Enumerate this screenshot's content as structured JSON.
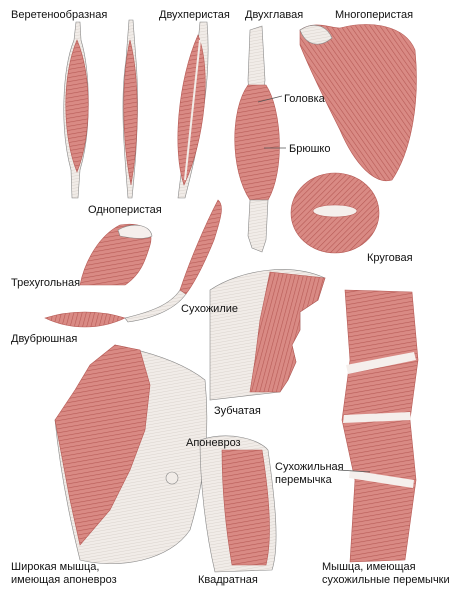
{
  "figure": {
    "background": "#ffffff",
    "muscle_color": "#d98a84",
    "muscle_dark": "#b65a55",
    "tendon_color": "#eeeae6",
    "line_color": "#555555"
  },
  "labels": {
    "fusiform": "Веретенообразная",
    "bipennate": "Двухперистая",
    "biceps": "Двухглавая",
    "multipennate": "Многоперистая",
    "head": "Головка",
    "belly": "Брюшко",
    "unipennate": "Одноперистая",
    "circular": "Круговая",
    "triangular": "Трехугольная",
    "tendon": "Сухожилие",
    "digastric": "Двубрюшная",
    "serratus": "Зубчатая",
    "aponeurosis": "Апоневроз",
    "tendinous_intersection_line1": "Сухожильная",
    "tendinous_intersection_line2": "перемычка",
    "broad_muscle_line1": "Широкая мышца,",
    "broad_muscle_line2": "имеющая апоневроз",
    "quadrate": "Квадратная",
    "intersected_muscle_line1": "Мышца, имеющая",
    "intersected_muscle_line2": "сухожильные перемычки"
  }
}
